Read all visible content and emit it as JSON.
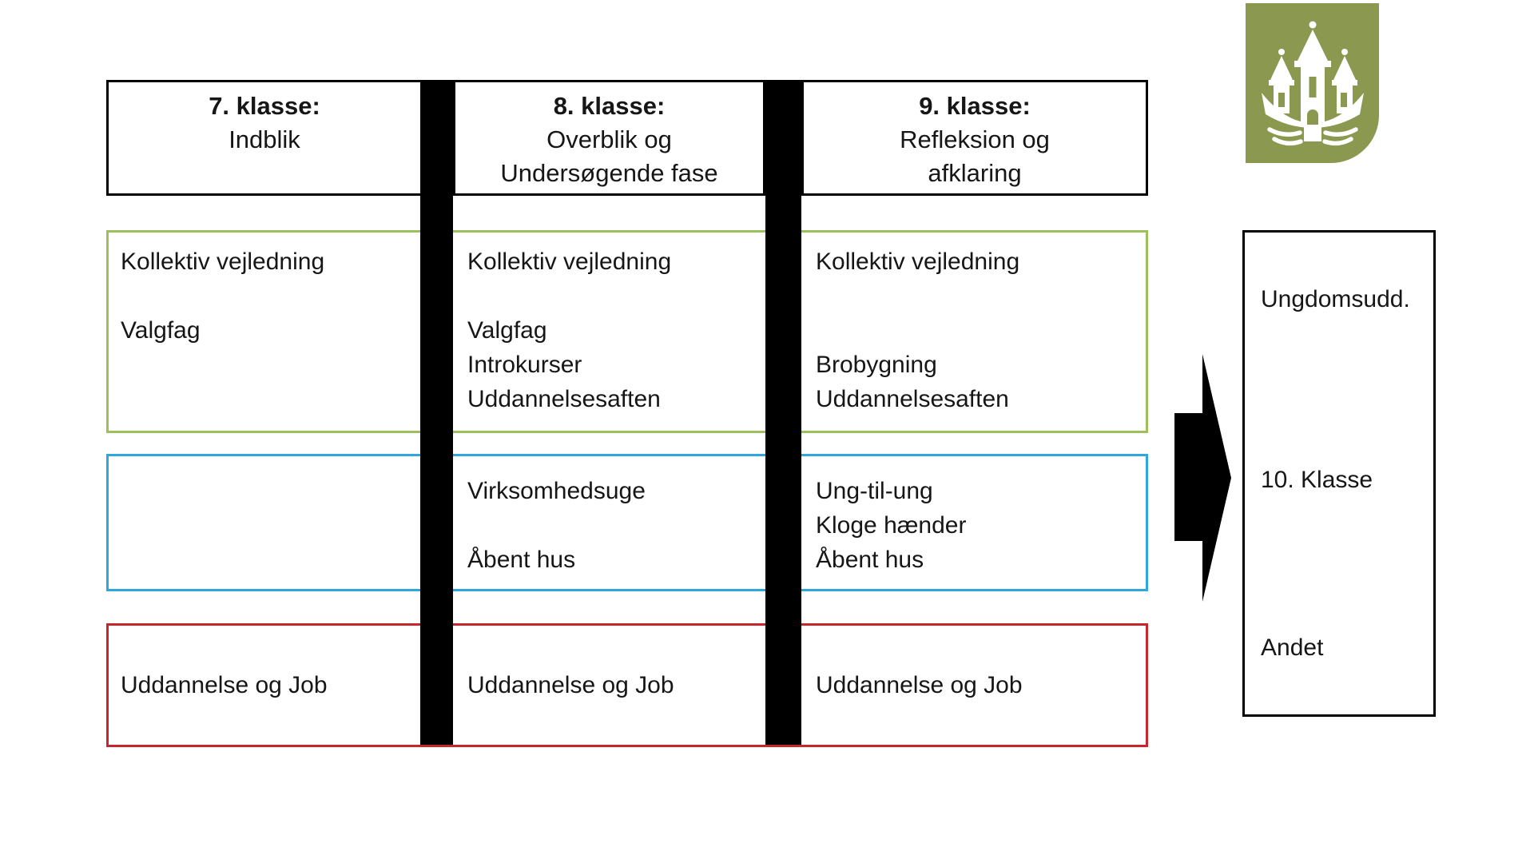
{
  "colors": {
    "green_border": "#9CC15C",
    "blue_border": "#2EA8DC",
    "red_border": "#C9252C",
    "black": "#000000",
    "logo_green": "#8A994F",
    "text": "#161616"
  },
  "icons": {
    "arrow": "right-block-arrow",
    "logo": "castle-emblem-with-waves"
  },
  "headers": [
    {
      "title": "7. klasse:",
      "lines": [
        "Indblik"
      ]
    },
    {
      "title": "8. klasse:",
      "lines": [
        "Overblik og",
        "Undersøgende fase"
      ]
    },
    {
      "title": "9. klasse:",
      "lines": [
        "Refleksion og",
        "afklaring"
      ]
    }
  ],
  "rows": {
    "green": {
      "columns": [
        {
          "lines": [
            "Kollektiv vejledning",
            "",
            "Valgfag"
          ]
        },
        {
          "lines": [
            "Kollektiv vejledning",
            "",
            "Valgfag",
            "Introkurser",
            "Uddannelsesaften"
          ]
        },
        {
          "lines": [
            "Kollektiv vejledning",
            "",
            "",
            "Brobygning",
            "Uddannelsesaften"
          ]
        }
      ]
    },
    "blue": {
      "columns": [
        {
          "lines": []
        },
        {
          "lines": [
            "Virksomhedsuge",
            "",
            "Åbent hus"
          ]
        },
        {
          "lines": [
            "Ung-til-ung",
            "Kloge hænder",
            "Åbent hus"
          ]
        }
      ]
    },
    "red": {
      "columns": [
        {
          "label": "Uddannelse og Job"
        },
        {
          "label": "Uddannelse og Job"
        },
        {
          "label": "Uddannelse og Job"
        }
      ]
    }
  },
  "outcome_box": {
    "items": [
      "Ungdomsudd.",
      "10. Klasse",
      "Andet"
    ]
  }
}
